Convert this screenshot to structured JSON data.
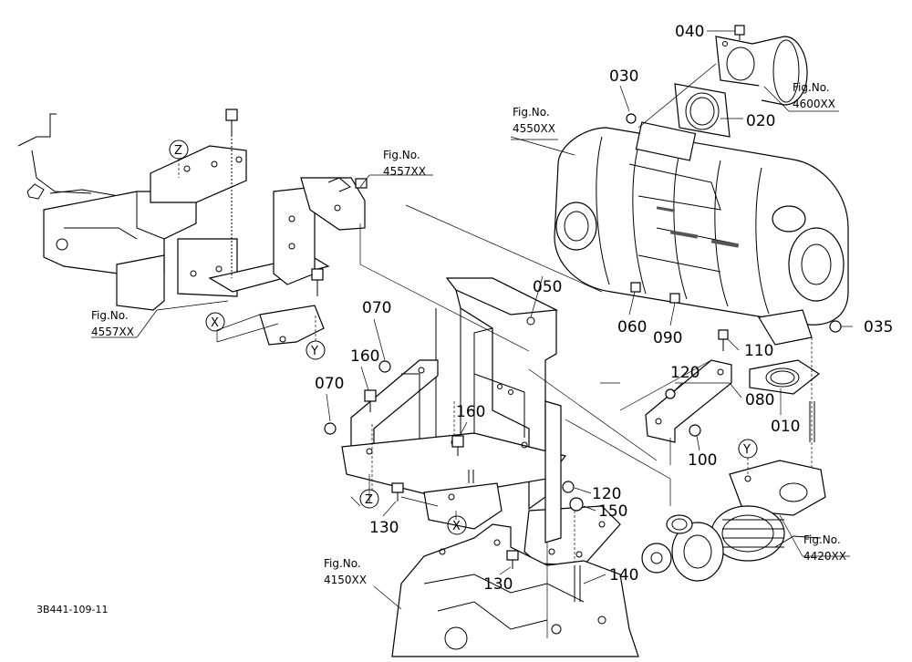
{
  "diagram": {
    "drawing_code": "3B441-109-11",
    "part_labels": {
      "p010": "010",
      "p020": "020",
      "p030": "030",
      "p035": "035",
      "p040": "040",
      "p050": "050",
      "p060": "060",
      "p070a": "070",
      "p070b": "070",
      "p080": "080",
      "p090": "090",
      "p100": "100",
      "p110": "110",
      "p120a": "120",
      "p120b": "120",
      "p130a": "130",
      "p130b": "130",
      "p140": "140",
      "p150": "150",
      "p160a": "160",
      "p160b": "160"
    },
    "figure_refs": {
      "fig4600_title": "Fig.No.",
      "fig4600_num": "4600XX",
      "fig4550_title": "Fig.No.",
      "fig4550_num": "4550XX",
      "fig4557a_title": "Fig.No.",
      "fig4557a_num": "4557XX",
      "fig4557b_title": "Fig.No.",
      "fig4557b_num": "4557XX",
      "fig4420_title": "Fig.No.",
      "fig4420_num": "4420XX",
      "fig4150_title": "Fig.No.",
      "fig4150_num": "4150XX"
    },
    "ref_markers": {
      "z_top": "Z",
      "x_left": "X",
      "y_left": "Y",
      "y_right": "Y",
      "z_bottom": "Z",
      "x_bottom": "X"
    }
  }
}
